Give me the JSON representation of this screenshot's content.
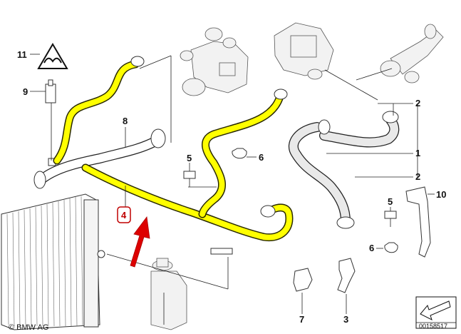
{
  "callouts": {
    "c1": "1",
    "c2a": "2",
    "c2b": "2",
    "c3": "3",
    "c4": "4",
    "c5a": "5",
    "c5b": "5",
    "c6a": "6",
    "c6b": "6",
    "c7": "7",
    "c8": "8",
    "c9": "9",
    "c10": "10",
    "c11": "11"
  },
  "brand": "© BMW AG",
  "diagram_code": "00158517",
  "colors": {
    "highlight_hose": "#ffff00",
    "highlight_box": "#c00000",
    "arrow": "#dd0000"
  }
}
